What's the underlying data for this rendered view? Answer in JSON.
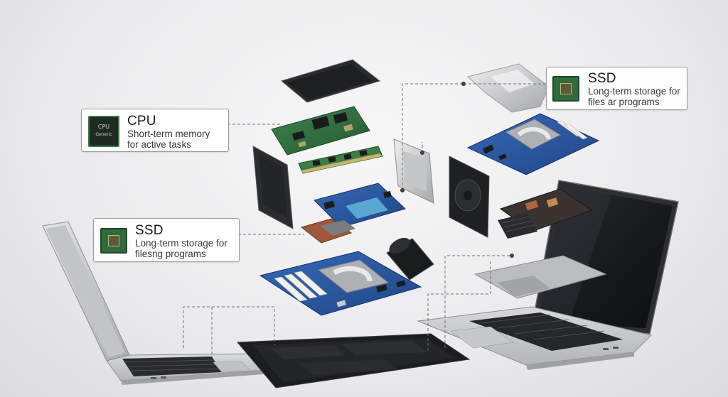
{
  "callouts": {
    "cpu": {
      "title": "CPU",
      "desc_line1": "Short-term memory",
      "desc_line2": "for active tasks",
      "chip_line1": "CPU",
      "chip_line2": "Generic"
    },
    "ssd_right": {
      "title": "SSD",
      "desc_line1": "Long-term storage for",
      "desc_line2": "files ar programs"
    },
    "ssd_left": {
      "title": "SSD",
      "desc_line1": "Long-term storage for",
      "desc_line2": "filesng programs"
    }
  },
  "colors": {
    "board_blue": "#2a5aa6",
    "board_green": "#2e6b3a",
    "chassis_dark": "#1d1d1f",
    "laptop_silver": "#c9cacd"
  }
}
